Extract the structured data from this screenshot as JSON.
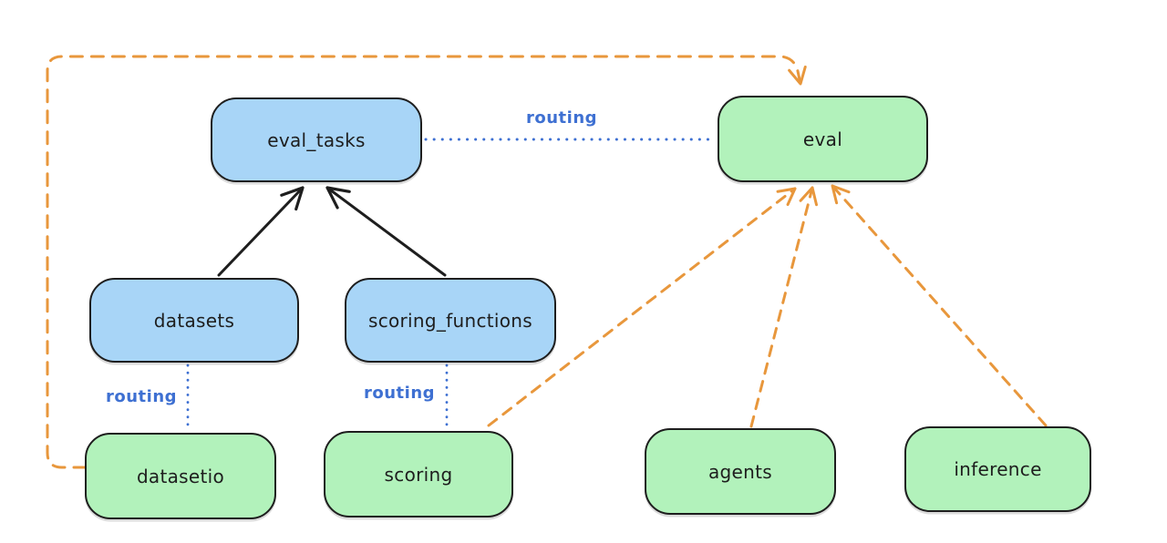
{
  "colors": {
    "blue_fill": "#a8d5f7",
    "green_fill": "#b2f2bb",
    "stroke": "#1e1e1e",
    "routing_blue": "#3e70d2",
    "orange": "#e8973c",
    "background": "#ffffff"
  },
  "nodes": {
    "eval_tasks": {
      "label": "eval_tasks",
      "fill": "blue"
    },
    "eval": {
      "label": "eval",
      "fill": "green"
    },
    "datasets": {
      "label": "datasets",
      "fill": "blue"
    },
    "scoring_functions": {
      "label": "scoring_functions",
      "fill": "blue"
    },
    "datasetio": {
      "label": "datasetio",
      "fill": "green"
    },
    "scoring": {
      "label": "scoring",
      "fill": "green"
    },
    "agents": {
      "label": "agents",
      "fill": "green"
    },
    "inference": {
      "label": "inference",
      "fill": "green"
    }
  },
  "edges": [
    {
      "from": "datasets",
      "to": "eval_tasks",
      "style": "solid",
      "arrow": true,
      "color": "black"
    },
    {
      "from": "scoring_functions",
      "to": "eval_tasks",
      "style": "solid",
      "arrow": true,
      "color": "black"
    },
    {
      "from": "eval_tasks",
      "to": "eval",
      "style": "dotted",
      "arrow": false,
      "color": "blue",
      "label": "routing"
    },
    {
      "from": "datasets",
      "to": "datasetio",
      "style": "dotted",
      "arrow": false,
      "color": "blue",
      "label": "routing"
    },
    {
      "from": "scoring_functions",
      "to": "scoring",
      "style": "dotted",
      "arrow": false,
      "color": "blue",
      "label": "routing"
    },
    {
      "from": "datasetio",
      "to": "eval",
      "style": "dashed",
      "arrow": true,
      "color": "orange"
    },
    {
      "from": "scoring",
      "to": "eval",
      "style": "dashed",
      "arrow": true,
      "color": "orange"
    },
    {
      "from": "agents",
      "to": "eval",
      "style": "dashed",
      "arrow": true,
      "color": "orange"
    },
    {
      "from": "inference",
      "to": "eval",
      "style": "dashed",
      "arrow": true,
      "color": "orange"
    }
  ]
}
